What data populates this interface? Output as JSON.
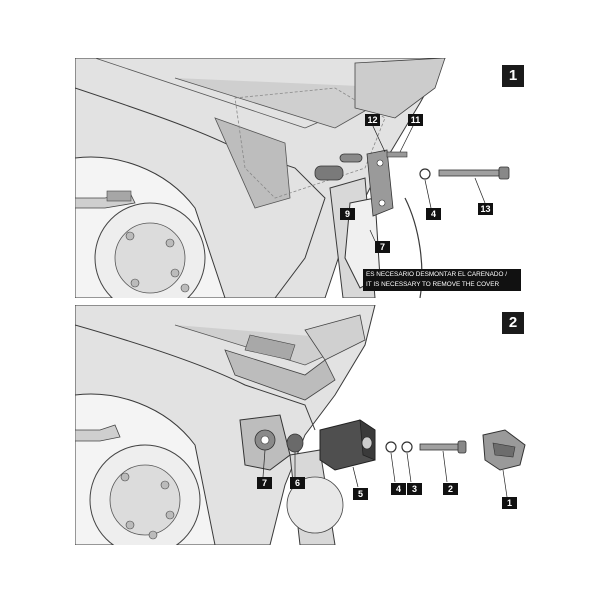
{
  "steps": [
    {
      "number": "1",
      "callouts": [
        "12",
        "11",
        "4",
        "13",
        "9",
        "7"
      ],
      "warning_lines": [
        "ES NECESARIO DESMONTAR EL CARENADO /",
        "IT IS NECESSARY TO REMOVE THE COVER"
      ]
    },
    {
      "number": "2",
      "callouts": [
        "7",
        "6",
        "5",
        "4",
        "3",
        "2",
        "1"
      ]
    }
  ],
  "colors": {
    "fairing": "#d8d8d8",
    "fairing_dark": "#a9a9a9",
    "line": "#3a3a3a",
    "part_dark": "#555555",
    "label_bg": "#111111"
  }
}
